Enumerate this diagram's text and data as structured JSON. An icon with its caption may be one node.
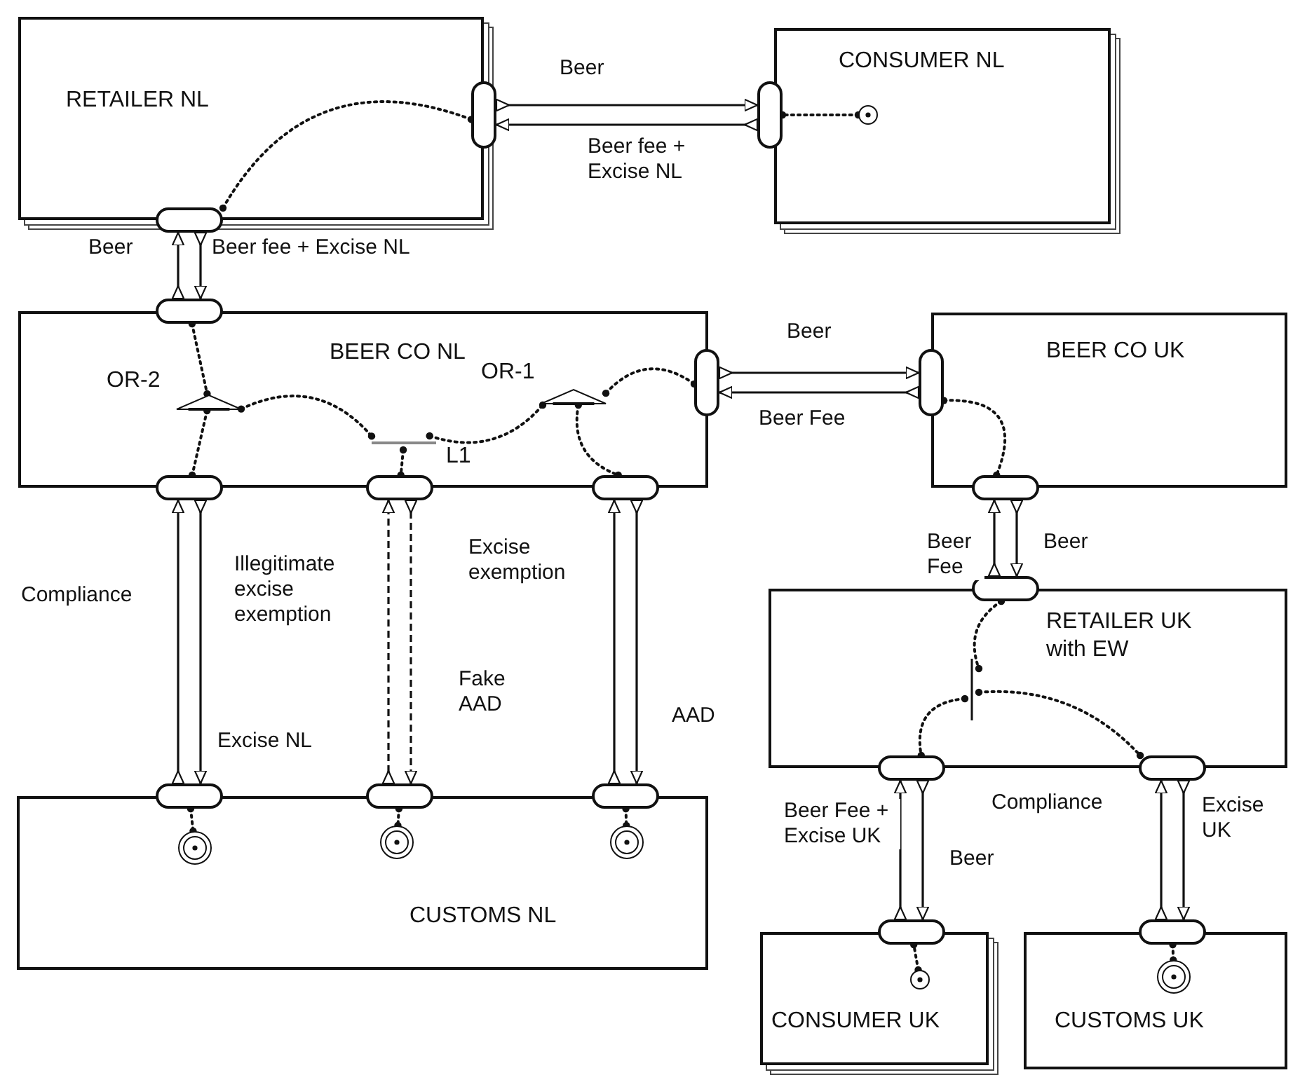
{
  "diagram": {
    "nodes": [
      {
        "text": [
          "RETAILER NL"
        ]
      },
      {
        "text": [
          "CONSUMER NL"
        ]
      },
      {
        "text": [
          "BEER CO NL"
        ]
      },
      {
        "text": [
          "BEER CO UK"
        ]
      },
      {
        "text": [
          "RETAILER UK with EW"
        ]
      },
      {
        "text": [
          "CUSTOMS NL"
        ]
      },
      {
        "text": [
          "CONSUMER UK"
        ]
      },
      {
        "text": [
          "CUSTOMS UK"
        ]
      },
      {
        "text": [],
        "shape": "capsule",
        "in": 0
      },
      {
        "text": [],
        "shape": "capsule"
      },
      {
        "text": [],
        "shape": "capsule",
        "in": 0
      },
      {
        "text": [],
        "shape": "capsule",
        "in": 2
      },
      {
        "text": [],
        "shape": "capsule",
        "in": 2
      },
      {
        "text": [],
        "shape": "capsule",
        "in": 3
      },
      {
        "text": [],
        "shape": "capsule",
        "in": 2
      },
      {
        "text": [],
        "shape": "capsule",
        "in": 2
      },
      {
        "text": [],
        "shape": "capsule",
        "in": 2
      },
      {
        "text": [],
        "shape": "capsule",
        "in": 5
      },
      {
        "text": [],
        "shape": "capsule",
        "in": 5
      },
      {
        "text": [],
        "shape": "capsule",
        "in": 5
      },
      {
        "text": [],
        "shape": "capsule",
        "in": 3
      },
      {
        "text": [],
        "shape": "capsule",
        "in": 4
      },
      {
        "text": [],
        "shape": "capsule",
        "in": 4
      },
      {
        "text": [],
        "shape": "capsule",
        "in": 4
      },
      {
        "text": [],
        "shape": "capsule"
      },
      {
        "text": [],
        "shape": "capsule",
        "in": 7
      },
      {
        "text": [],
        "shape": "circle",
        "in": 1
      },
      {
        "text": [],
        "shape": "bullseye",
        "in": 5
      },
      {
        "text": [],
        "shape": "bullseye",
        "in": 5
      },
      {
        "text": [],
        "shape": "bullseye",
        "in": 5
      },
      {
        "text": [],
        "shape": "circle",
        "in": 6
      },
      {
        "text": [],
        "shape": "bullseye",
        "in": 7
      },
      {
        "text": [],
        "shape": "triangle",
        "in": 2,
        "beside": [
          "OR-2"
        ]
      },
      {
        "text": [],
        "shape": "bar",
        "in": 2,
        "beside": [
          "L1"
        ]
      },
      {
        "text": [],
        "shape": "triangle",
        "in": 2,
        "beside": [
          "OR-1"
        ]
      },
      {
        "text": [],
        "shape": "bar",
        "in": 4
      }
    ],
    "edges": [
      {
        "from": 8,
        "to": 9,
        "arrow": "to",
        "label": "Beer"
      },
      {
        "from": 9,
        "to": 8,
        "arrow": "to",
        "label": "Beer fee + Excise NL"
      },
      {
        "from": 11,
        "to": 10,
        "arrow": "to",
        "label": "Beer"
      },
      {
        "from": 10,
        "to": 11,
        "arrow": "to",
        "label": "Beer fee + Excise NL"
      },
      {
        "from": 12,
        "to": 13,
        "arrow": "to",
        "label": "Beer"
      },
      {
        "from": 13,
        "to": 12,
        "arrow": "to",
        "label": "Beer Fee"
      },
      {
        "from": 17,
        "to": 14,
        "arrow": "to",
        "label": "Compliance"
      },
      {
        "from": 14,
        "to": 17,
        "arrow": "to",
        "label": "Excise NL"
      },
      {
        "from": 18,
        "to": 15,
        "arrow": "to",
        "label": "Illegitimate excise exemption",
        "style": "dashed"
      },
      {
        "from": 15,
        "to": 18,
        "arrow": "to",
        "label": "Fake AAD",
        "style": "dashed"
      },
      {
        "from": 19,
        "to": 16,
        "arrow": "to",
        "label": "Excise exemption"
      },
      {
        "from": 16,
        "to": 19,
        "arrow": "to",
        "label": "AAD"
      },
      {
        "from": 21,
        "to": 20,
        "arrow": "to",
        "label": "Beer Fee"
      },
      {
        "from": 20,
        "to": 21,
        "arrow": "to",
        "label": "Beer"
      },
      {
        "from": 24,
        "to": 22,
        "arrow": "to",
        "label": "Beer Fee + Excise UK"
      },
      {
        "from": 22,
        "to": 24,
        "arrow": "to",
        "label": "Beer"
      },
      {
        "from": 25,
        "to": 23,
        "arrow": "to",
        "label": "Compliance"
      },
      {
        "from": 23,
        "to": 25,
        "arrow": "to",
        "label": "Excise UK"
      },
      {
        "from": 26,
        "to": 9,
        "arrow": "other",
        "style": "dashed"
      },
      {
        "from": 8,
        "to": 10,
        "arrow": "other",
        "style": "dashed"
      },
      {
        "from": 11,
        "to": 32,
        "arrow": "other",
        "style": "dashed"
      },
      {
        "from": 32,
        "to": 14,
        "arrow": "other",
        "style": "dashed"
      },
      {
        "from": 32,
        "to": 33,
        "arrow": "other",
        "style": "dashed"
      },
      {
        "from": 33,
        "to": 15,
        "arrow": "other",
        "style": "dashed"
      },
      {
        "from": 33,
        "to": 34,
        "arrow": "other",
        "style": "dashed"
      },
      {
        "from": 34,
        "to": 12,
        "arrow": "other",
        "style": "dashed"
      },
      {
        "from": 34,
        "to": 16,
        "arrow": "other",
        "style": "dashed"
      },
      {
        "from": 13,
        "to": 20,
        "arrow": "other",
        "style": "dashed"
      },
      {
        "from": 21,
        "to": 35,
        "arrow": "other",
        "style": "dashed"
      },
      {
        "from": 35,
        "to": 22,
        "arrow": "other",
        "style": "dashed"
      },
      {
        "from": 35,
        "to": 23,
        "arrow": "other",
        "style": "dashed"
      },
      {
        "from": 30,
        "to": 24,
        "arrow": "other",
        "style": "dashed"
      },
      {
        "from": 25,
        "to": 31,
        "arrow": "other",
        "style": "dashed"
      },
      {
        "from": 17,
        "to": 27,
        "arrow": "other",
        "style": "dashed"
      },
      {
        "from": 18,
        "to": 28,
        "arrow": "other",
        "style": "dashed"
      },
      {
        "from": 19,
        "to": 29,
        "arrow": "other",
        "style": "dashed"
      }
    ]
  }
}
